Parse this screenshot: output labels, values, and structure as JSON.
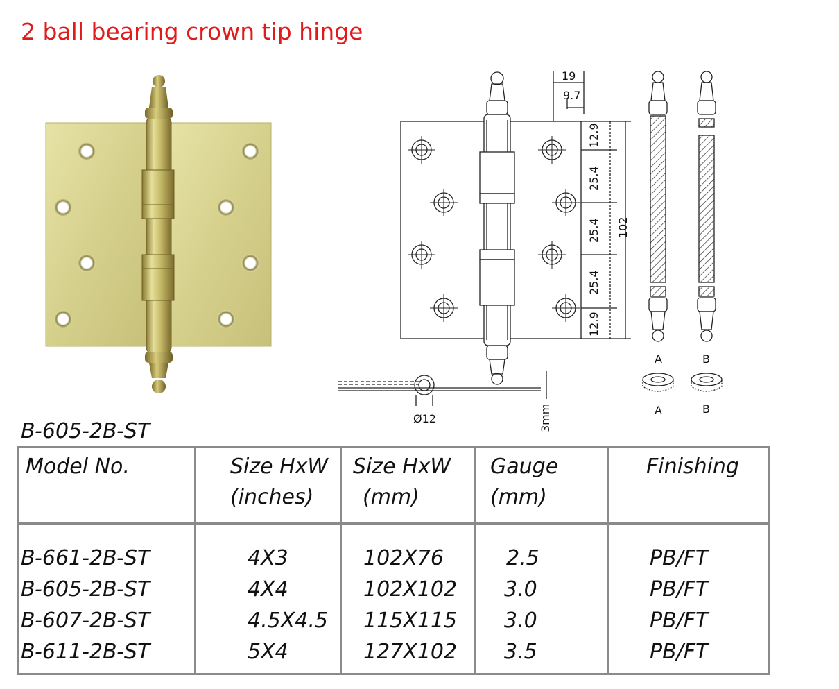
{
  "title": "2 ball bearing crown tip hinge",
  "drawing": {
    "dims": {
      "width_outer": "19",
      "width_inner": "9.7",
      "top_margin": "12.9",
      "pitch_1": "25.4",
      "pitch_2": "25.4",
      "pitch_3": "25.4",
      "bottom_margin": "12.9",
      "height": "102",
      "pin_diameter": "Ø12",
      "thickness": "3mm"
    },
    "pin_labels": [
      "A",
      "B"
    ],
    "washer_labels": [
      "A",
      "B"
    ]
  },
  "model_caption": "B-605-2B-ST",
  "table": {
    "headers": [
      [
        "Model No."
      ],
      [
        "Size HxW",
        "(inches)"
      ],
      [
        "Size HxW",
        "(mm)"
      ],
      [
        "Gauge",
        "(mm)"
      ],
      [
        "Finishing"
      ]
    ],
    "rows": [
      [
        "B-661-2B-ST",
        "4X3",
        "102X76",
        "2.5",
        "PB/FT"
      ],
      [
        "B-605-2B-ST",
        "4X4",
        "102X102",
        "3.0",
        "PB/FT"
      ],
      [
        "B-607-2B-ST",
        "4.5X4.5",
        "115X115",
        "3.0",
        "PB/FT"
      ],
      [
        "B-611-2B-ST",
        "5X4",
        "127X102",
        "3.5",
        "PB/FT"
      ]
    ]
  },
  "colors": {
    "title": "#e01b1b",
    "brass_light": "#dcd894",
    "brass_dark": "#9b8a3e",
    "table_border": "#8a8a8a"
  }
}
